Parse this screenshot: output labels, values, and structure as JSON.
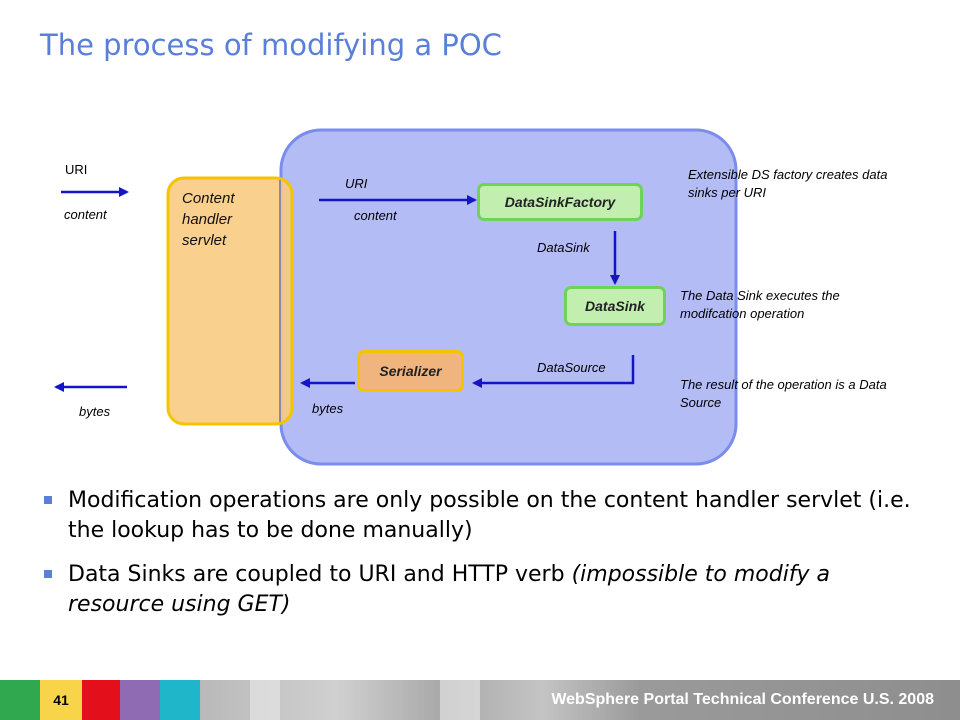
{
  "title": "The process of modifying a POC",
  "diagram": {
    "servlet": {
      "label": "Content\nhandler\nservlet"
    },
    "boxes": {
      "factory": "DataSinkFactory",
      "sink": "DataSink",
      "serializer": "Serializer"
    },
    "labels": {
      "uri_left": "URI",
      "content_left": "content",
      "uri_mid": "URI",
      "content_mid": "content",
      "datasink": "DataSink",
      "datasource": "DataSource",
      "bytes_mid": "bytes",
      "bytes_left": "bytes"
    },
    "notes": {
      "factory": "Extensible DS factory creates data sinks per URI",
      "sink": "The Data Sink executes the modifcation operation",
      "result": "The result of the operation is a Data Source"
    }
  },
  "bullets": [
    {
      "text": "Modification operations are only possible on the content handler servlet (i.e. the lookup has to be done manually)",
      "italic": ""
    },
    {
      "text": "Data Sinks are coupled to URI and HTTP verb ",
      "italic": "(impossible to modify a resource using GET)"
    }
  ],
  "footer": {
    "page_number": "41",
    "conference": "WebSphere Portal Technical Conference U.S. 2008"
  },
  "colors": {
    "title": "#5a7fd8",
    "container_fill": "#b4bcf6",
    "container_border": "#7a8cec",
    "arrow": "#1515c8",
    "box_green": "#c2efb0",
    "box_green_border": "#6ed357",
    "servlet_fill": "#f9c97e",
    "servlet_border": "#f5c400",
    "footer_bg": "#8a8a8a"
  }
}
